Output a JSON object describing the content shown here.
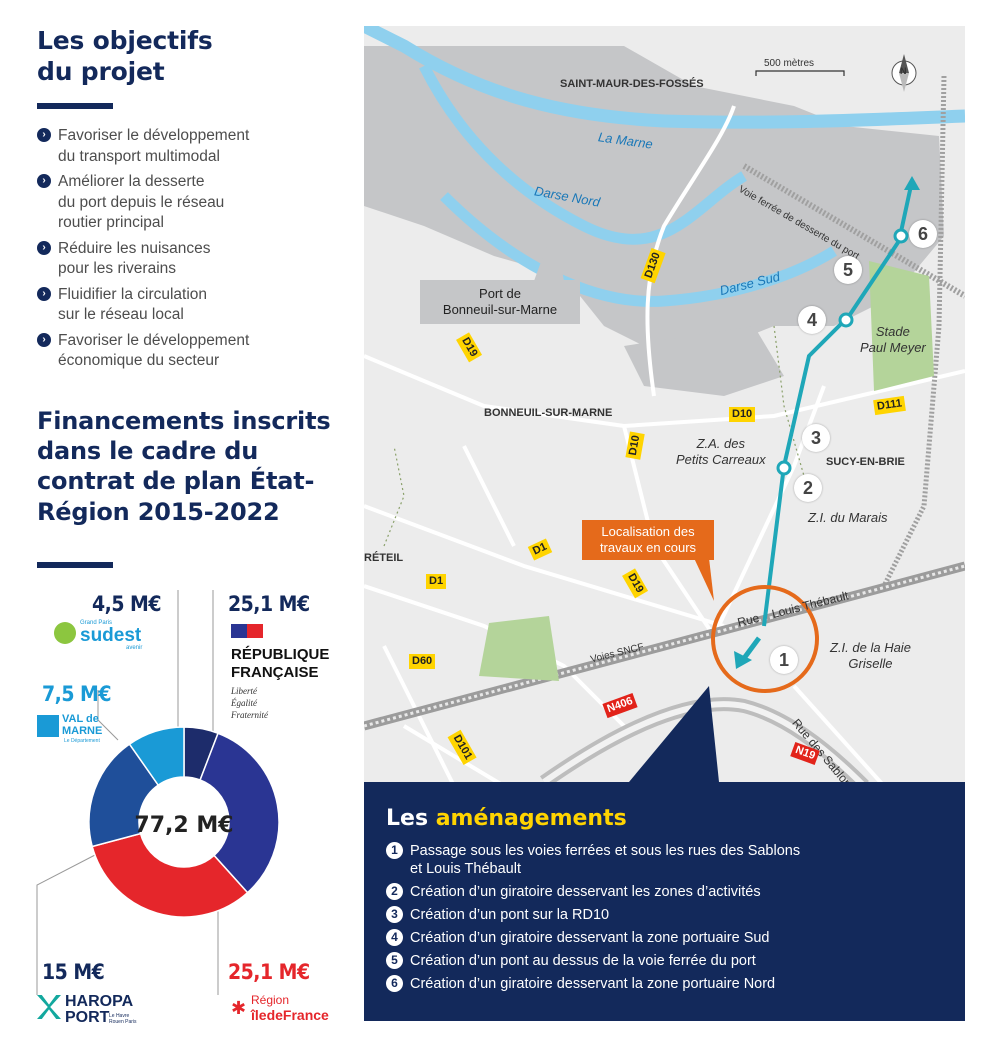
{
  "objectives": {
    "title_line1": "Les objectifs",
    "title_line2": "du projet",
    "items": [
      "Favoriser le développement\ndu transport multimodal",
      "Améliorer la desserte\ndu port depuis le réseau\nroutier principal",
      "Réduire les nuisances\npour les riverains",
      "Fluidifier la circulation\nsur le réseau local",
      "Favoriser le développement\néconomique du secteur"
    ]
  },
  "funding": {
    "title_lines": [
      "Financements inscrits",
      "dans le cadre du",
      "contrat de plan État-",
      "Région 2015-2022"
    ],
    "total": "77,2 M€",
    "sources": [
      {
        "amount": "4,5 M€",
        "value": 4.5,
        "color": "#1d2c6b",
        "logo": "Grand Paris Sud Est Avenir"
      },
      {
        "amount": "25,1 M€",
        "value": 25.1,
        "color": "#2a3593",
        "logo": "République Française"
      },
      {
        "amount": "25,1 M€",
        "value": 25.1,
        "color": "#e5262b",
        "logo": "Région Île-de-France"
      },
      {
        "amount": "15 M€",
        "value": 15,
        "color": "#1f4f9a",
        "logo": "Haropa Port"
      },
      {
        "amount": "7,5 M€",
        "value": 7.5,
        "color": "#1a9ad6",
        "logo": "Val de Marne"
      }
    ],
    "logos": {
      "sudest_small": "Grand Paris",
      "sudest": "sudest",
      "sudest_sub": "avenir",
      "rf_line1": "RÉPUBLIQUE",
      "rf_line2": "FRANÇAISE",
      "rf_motto1": "Liberté",
      "rf_motto2": "Égalité",
      "rf_motto3": "Fraternité",
      "vdm_1": "VAL de",
      "vdm_2": "MARNE",
      "vdm_3": "Le Département",
      "haropa_1": "HAROPA",
      "haropa_2": "PORT",
      "haropa_3": "Le Havre Rouen Paris",
      "idf_1": "Région",
      "idf_2": "îledeFrance"
    }
  },
  "map": {
    "scale": "500 mètres",
    "north": "N",
    "places": {
      "saint_maur": "SAINT-MAUR-DES-FOSSÉS",
      "marne": "La Marne",
      "darse_nord": "Darse Nord",
      "darse_sud": "Darse Sud",
      "voie_port": "Voie ferrée de desserte du port",
      "port_line1": "Port de",
      "port_line2": "Bonneuil-sur-Marne",
      "bonneuil": "BONNEUIL-SUR-MARNE",
      "za_line1": "Z.A. des",
      "za_line2": "Petits Carreaux",
      "sucy": "SUCY-EN-BRIE",
      "zi_marais": "Z.I. du Marais",
      "stade_line1": "Stade",
      "stade_line2": "Paul Meyer",
      "creteil": "RÉTEIL",
      "loc_line1": "Localisation des",
      "loc_line2": "travaux en cours",
      "rue_lt1": "Rue",
      "rue_lt2": "Louis Thébault",
      "voies_sncf": "Voies SNCF",
      "zi_haie1": "Z.I. de la Haie",
      "zi_haie2": "Griselle",
      "rue_sablons": "Rue des Sablons"
    },
    "roads": {
      "d130": "D130",
      "d19a": "D19",
      "d10a": "D10",
      "d10b": "D10",
      "d111": "D111",
      "d1a": "D1",
      "d1b": "D1",
      "d19b": "D19",
      "d60": "D60",
      "n406": "N406",
      "d101": "D101",
      "n19": "N19"
    },
    "markers": [
      "1",
      "2",
      "3",
      "4",
      "5",
      "6"
    ]
  },
  "amenagements": {
    "title_plain": "Les ",
    "title_highlight": "aménagements",
    "items": [
      {
        "num": "1",
        "text": "Passage sous les voies ferrées et sous les rues des Sablons\net Louis Thébault"
      },
      {
        "num": "2",
        "text": "Création d’un giratoire desservant les zones d’activités"
      },
      {
        "num": "3",
        "text": "Création d’un pont sur la RD10"
      },
      {
        "num": "4",
        "text": "Création d’un giratoire desservant la zone portuaire Sud"
      },
      {
        "num": "5",
        "text": "Création d’un pont au dessus de la voie ferrée du port"
      },
      {
        "num": "6",
        "text": "Création d’un giratoire desservant la zone portuaire Nord"
      }
    ]
  }
}
